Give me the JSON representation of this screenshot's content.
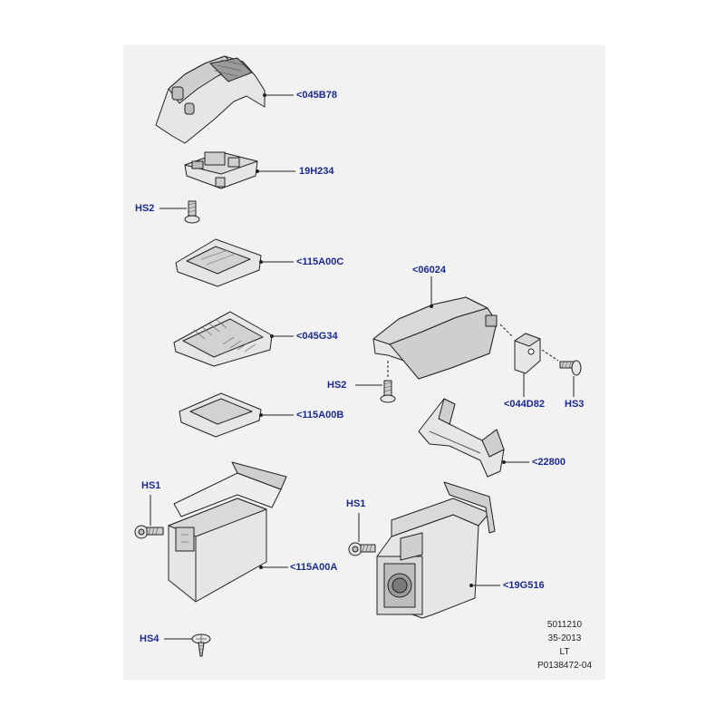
{
  "colors": {
    "label": "#1a2a8c",
    "line": "#222222",
    "part_fill": "#e6e6e6",
    "part_shade": "#cfcfcf",
    "background": "#f2f2f2"
  },
  "parts": [
    {
      "id": "p1",
      "label": "<045B78"
    },
    {
      "id": "p2",
      "label": "19H234"
    },
    {
      "id": "p3",
      "label": "<115A00C"
    },
    {
      "id": "p4",
      "label": "<045G34"
    },
    {
      "id": "p5",
      "label": "<115A00B"
    },
    {
      "id": "p6",
      "label": "<115A00A"
    },
    {
      "id": "p7",
      "label": "<06024"
    },
    {
      "id": "p8",
      "label": "<044D82"
    },
    {
      "id": "p9",
      "label": "<22800"
    },
    {
      "id": "p10",
      "label": "<19G516"
    }
  ],
  "fasteners": [
    {
      "id": "f1",
      "label": "HS2"
    },
    {
      "id": "f2",
      "label": "HS2"
    },
    {
      "id": "f3",
      "label": "HS3"
    },
    {
      "id": "f4",
      "label": "HS1"
    },
    {
      "id": "f5",
      "label": "HS1"
    },
    {
      "id": "f6",
      "label": "HS4"
    }
  ],
  "footer": {
    "line1": "5011210",
    "line2": "35-2013",
    "line3": "LT",
    "line4": "P0138472-04"
  }
}
